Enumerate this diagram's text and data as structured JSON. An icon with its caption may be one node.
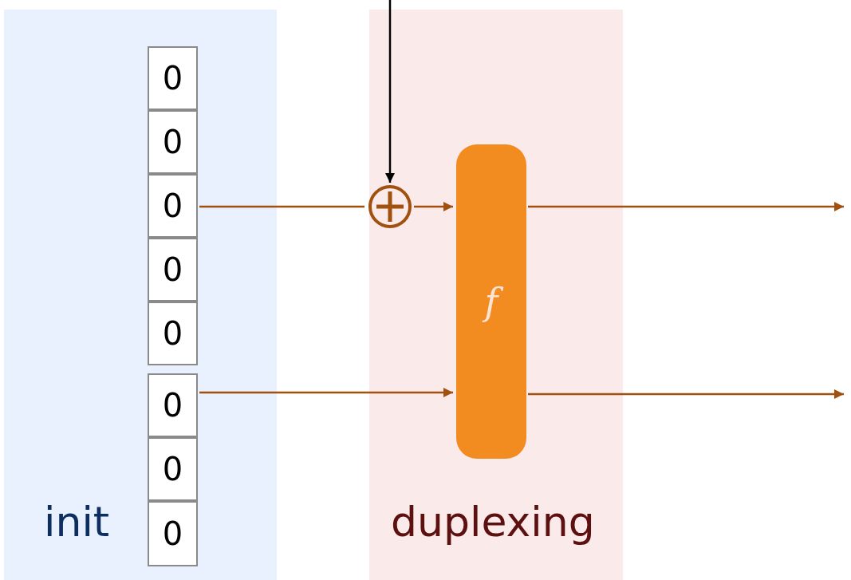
{
  "diagram": {
    "nodes": [
      {
        "text": [
          "init"
        ]
      },
      {
        "text": [
          "0"
        ],
        "in": 0
      },
      {
        "text": [
          "0"
        ],
        "in": 0
      },
      {
        "text": [
          "0"
        ],
        "in": 0
      },
      {
        "text": [
          "0"
        ],
        "in": 0
      },
      {
        "text": [
          "0"
        ],
        "in": 0
      },
      {
        "text": [
          "0"
        ],
        "in": 0
      },
      {
        "text": [
          "0"
        ],
        "in": 0
      },
      {
        "text": [
          "0"
        ],
        "in": 0
      },
      {
        "text": [
          "duplexing"
        ]
      },
      {
        "text": [],
        "shape": "circle",
        "in": 9
      },
      {
        "text": [
          "f"
        ],
        "in": 9
      }
    ],
    "edges": [
      {
        "from": null,
        "to": 10,
        "arrow": "to",
        "color": "#000000"
      },
      {
        "from": 3,
        "to": 10,
        "arrow": "none"
      },
      {
        "from": 10,
        "to": 11,
        "arrow": "to"
      },
      {
        "from": 6,
        "to": 11,
        "arrow": "to"
      },
      {
        "from": 11,
        "to": null,
        "arrow": "to"
      },
      {
        "from": 11,
        "to": null,
        "arrow": "to"
      }
    ]
  }
}
